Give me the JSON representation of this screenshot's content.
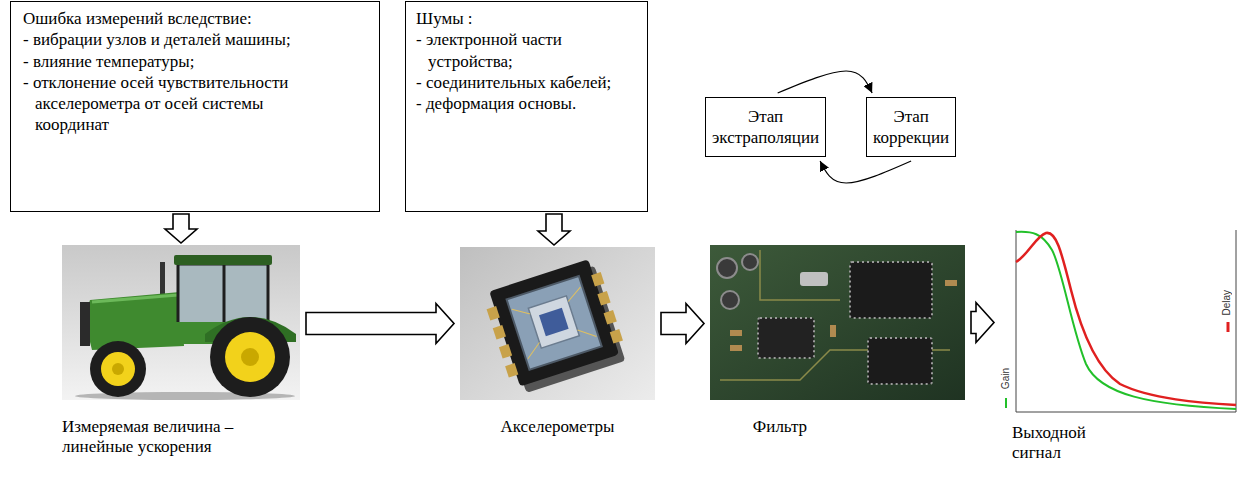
{
  "diagram": {
    "nodes": [
      {
        "text": [
          "Ошибка измерений вследствие:",
          "- вибрации узлов и деталей машины;",
          "- влияние температуры;",
          "- отклонение осей чувствительности акселерометра от осей системы координат"
        ]
      },
      {
        "text": [
          "Шумы :",
          "- электронной части устройства;",
          "- соединительных кабелей;",
          "- деформация основы."
        ]
      },
      {
        "text": [
          "Этап экстраполяции"
        ]
      },
      {
        "text": [
          "Этап коррекции"
        ]
      },
      {
        "text": [
          "Измеряемая величина – линейные ускорения"
        ]
      },
      {
        "text": [
          "Акселерометры"
        ]
      },
      {
        "text": [
          "Фильтр"
        ]
      },
      {
        "text": [
          "Выходной сигнал"
        ]
      }
    ],
    "edges": [
      {
        "from": 0,
        "to": 4,
        "arrow": "to"
      },
      {
        "from": 1,
        "to": 5,
        "arrow": "to"
      },
      {
        "from": 2,
        "to": 3,
        "arrow": "to"
      },
      {
        "from": 3,
        "to": 2,
        "arrow": "to"
      },
      {
        "from": 4,
        "to": 5,
        "arrow": "to"
      },
      {
        "from": 5,
        "to": 6,
        "arrow": "to"
      },
      {
        "from": 6,
        "to": 7,
        "arrow": "to"
      }
    ],
    "labels": [
      "Gain",
      "Delay"
    ]
  }
}
